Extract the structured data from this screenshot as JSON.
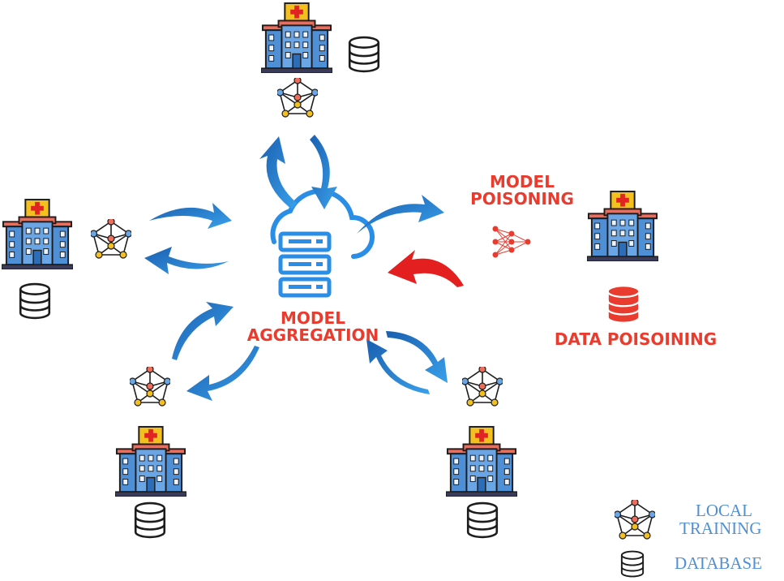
{
  "labels": {
    "model_aggregation_1": "MODEL",
    "model_aggregation_2": "AGGREGATION",
    "model_poisoning_1": "MODEL",
    "model_poisoning_2": "POISONING",
    "data_poisoning": "DATA POISOINING"
  },
  "legend": {
    "local_training_1": "LOCAL",
    "local_training_2": "TRAINING",
    "database": "DATABASE"
  },
  "colors": {
    "attack_red": "#ea3b2f",
    "arrow_blue": "#1e6fc4",
    "server_blue": "#2b8ee6",
    "legend_blue": "#4f8fd6",
    "hospital_blue": "#4f8fd6",
    "cross_red": "#e02424",
    "roof_yellow": "#f4c020"
  },
  "icons": [
    "hospital-icon",
    "database-icon",
    "neural-network-icon",
    "cloud-server-icon",
    "arrow-icon"
  ]
}
